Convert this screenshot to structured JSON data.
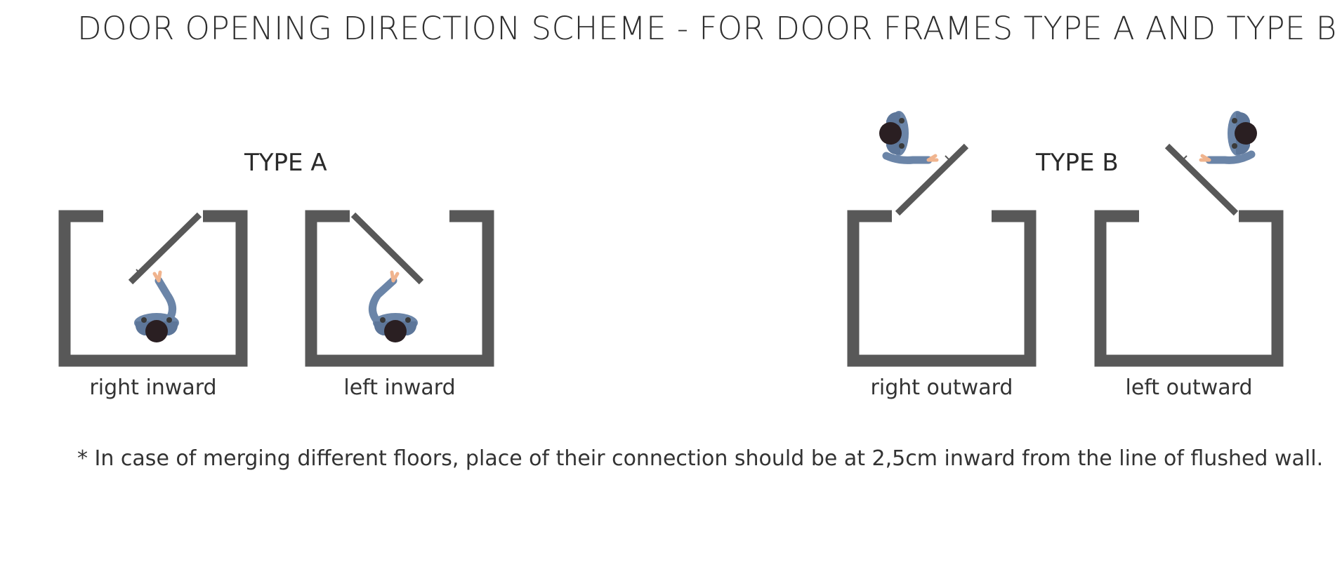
{
  "page": {
    "title": "DOOR OPENING DIRECTION SCHEME - FOR DOOR FRAMES TYPE A AND TYPE B",
    "note": "* In case of merging different floors, place of their connection should be at 2,5cm inward from the line of flushed wall."
  },
  "type_a": {
    "title": "TYPE A",
    "doors": [
      {
        "label": "right inward",
        "direction": "inward",
        "hinge_side": "right"
      },
      {
        "label": "left inward",
        "direction": "inward",
        "hinge_side": "left"
      }
    ]
  },
  "type_b": {
    "title": "TYPE B",
    "doors": [
      {
        "label": "right outward",
        "direction": "outward",
        "hinge_side": "right"
      },
      {
        "label": "left outward",
        "direction": "outward",
        "hinge_side": "left"
      }
    ]
  },
  "colors": {
    "wall": "#585858",
    "person_body": "#6b85a8",
    "person_hair": "#2a1f22",
    "skin": "#f0b48e"
  }
}
